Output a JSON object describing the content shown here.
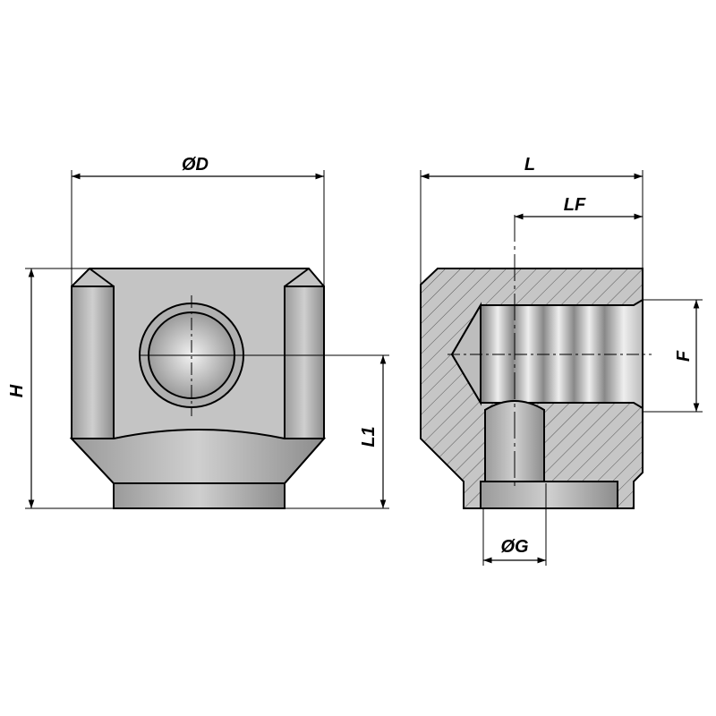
{
  "dimensions": {
    "diameter_d": "ØD",
    "height_h": "H",
    "length_l1": "L1",
    "length_l": "L",
    "length_lf": "LF",
    "thread_f": "F",
    "diameter_g": "ØG"
  },
  "colors": {
    "body": "#c4c4c4",
    "dark": "#8a8a8a",
    "line": "#000000"
  }
}
